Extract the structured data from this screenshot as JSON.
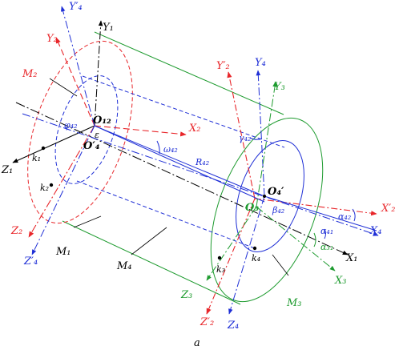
{
  "colors": {
    "black": "#000000",
    "red": "#e8262a",
    "blue": "#1f2fd6",
    "green": "#1e9b2f"
  },
  "labels": {
    "Y1": "Y₁",
    "Y2": "Y₂",
    "Y4p": "Y′₄",
    "M2": "M₂",
    "O12": "O₁₂",
    "O4p": "O′₄",
    "phi42": "φ₄₂",
    "eps": "ε",
    "X2": "X₂",
    "Z1": "Z₁",
    "k1": "k₁",
    "k2": "k₂",
    "Z2": "Z₂",
    "Z4p": "Z′₄",
    "M1": "M₁",
    "M4": "M₄",
    "omega42": "ω₄₂",
    "R42": "R₄₂",
    "Y2p": "Y′₂",
    "Y4": "Y₄",
    "Y3": "Y₃",
    "gamma42": "γ₄₂",
    "O4": "O₄′",
    "O3": "O₃",
    "beta42": "β₄₂",
    "X2p": "X′₂",
    "alpha42": "α₄₂",
    "alpha41": "α₄₁",
    "alpha31": "α₃₁",
    "X4": "X₄",
    "X1": "X₁",
    "X3": "X₃",
    "k4": "k₄",
    "k3": "k₃",
    "Z3": "Z₃",
    "M3": "M₃",
    "Z2p": "Z′₂",
    "Z4": "Z₄",
    "caption": "a"
  }
}
